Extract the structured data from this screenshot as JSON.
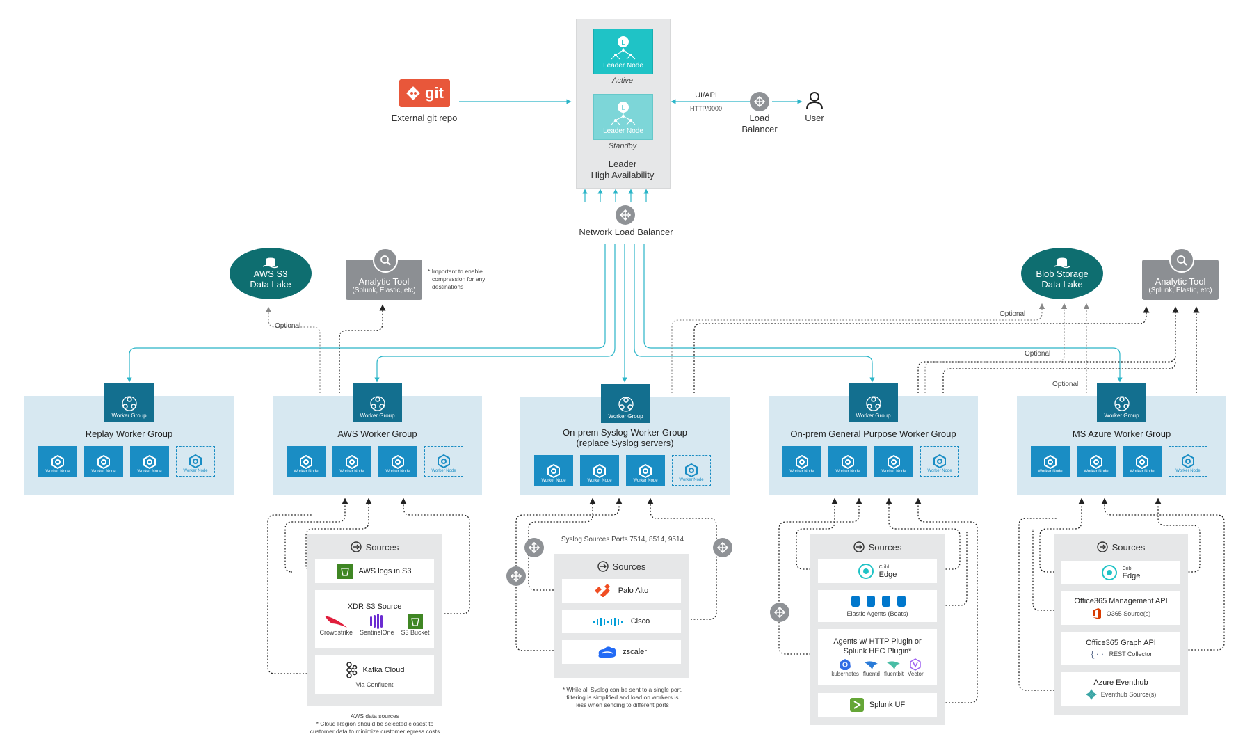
{
  "git": {
    "logo_text": "git",
    "label": "External git repo"
  },
  "leader": {
    "active_node": "Leader Node",
    "active_state": "Active",
    "standby_node": "Leader Node",
    "standby_state": "Standby",
    "title_line1": "Leader",
    "title_line2": "High Availability"
  },
  "ui_api": {
    "label": "UI/API",
    "port": "HTTP/9000"
  },
  "load_balancer": {
    "label_line1": "Load",
    "label_line2": "Balancer"
  },
  "user": {
    "label": "User"
  },
  "network_lb": {
    "label": "Network Load Balancer"
  },
  "left_dest": {
    "aws_s3_line1": "AWS S3",
    "aws_s3_line2": "Data Lake",
    "analytic_title": "Analytic Tool",
    "analytic_sub": "(Splunk, Elastic, etc)",
    "compression_note_l1": "* Important to enable",
    "compression_note_l2": "compression for any",
    "compression_note_l3": "destinations",
    "optional": "Optional"
  },
  "right_dest": {
    "blob_line1": "Blob Storage",
    "blob_line2": "Data Lake",
    "analytic_title": "Analytic Tool",
    "analytic_sub": "(Splunk, Elastic, etc)",
    "optional": "Optional"
  },
  "worker_group_label": "Worker Group",
  "worker_node_label": "Worker Node",
  "groups": [
    {
      "title": "Replay Worker Group"
    },
    {
      "title": "AWS Worker Group"
    },
    {
      "title_l1": "On-prem Syslog Worker Group",
      "title_l2": "(replace Syslog servers)"
    },
    {
      "title": "On-prem General Purpose Worker Group"
    },
    {
      "title": "MS Azure Worker Group"
    }
  ],
  "aws_sources": {
    "header": "Sources",
    "s3_logs": "AWS logs in S3",
    "xdr_title": "XDR S3 Source",
    "crowdstrike": "Crowdstrike",
    "sentinelone": "SentinelOne",
    "s3_bucket": "S3 Bucket",
    "kafka": "Kafka Cloud",
    "kafka_sub": "Via Confluent",
    "note_l1": "AWS data sources",
    "note_l2": "* Cloud Region should be selected closest to",
    "note_l3": "customer data to minimize customer egress costs"
  },
  "syslog_sources": {
    "ports": "Syslog Sources Ports 7514, 8514, 9514",
    "header": "Sources",
    "palo": "Palo Alto",
    "cisco": "Cisco",
    "zscaler": "zscaler",
    "note_l1": "* While all Syslog can be sent to a single port,",
    "note_l2": "filtering is simplified and load on workers is",
    "note_l3": "less when sending to different ports"
  },
  "general_sources": {
    "header": "Sources",
    "edge_small": "Cribl",
    "edge": "Edge",
    "elastic": "Elastic Agents (Beats)",
    "http_l1": "Agents w/ HTTP Plugin or",
    "http_l2": "Splunk HEC Plugin*",
    "k8s": "kubernetes",
    "fluentd": "fluentd",
    "fluentbit": "fluentbit",
    "vector": "Vector",
    "splunk_uf": "Splunk UF"
  },
  "azure_sources": {
    "header": "Sources",
    "edge_small": "Cribl",
    "edge": "Edge",
    "o365_mgmt": "Office365 Management API",
    "o365_mgmt_sub": "O365 Source(s)",
    "o365_graph": "Office365 Graph API",
    "o365_graph_sub": "REST Collector",
    "eventhub": "Azure Eventhub",
    "eventhub_sub": "Eventhub Source(s)"
  },
  "colors": {
    "teal_line": "#2bb5c8",
    "dark_teal": "#0e6e70",
    "worker_blue": "#1a8dc4",
    "group_header": "#136f8f",
    "git_orange": "#e8573a"
  }
}
